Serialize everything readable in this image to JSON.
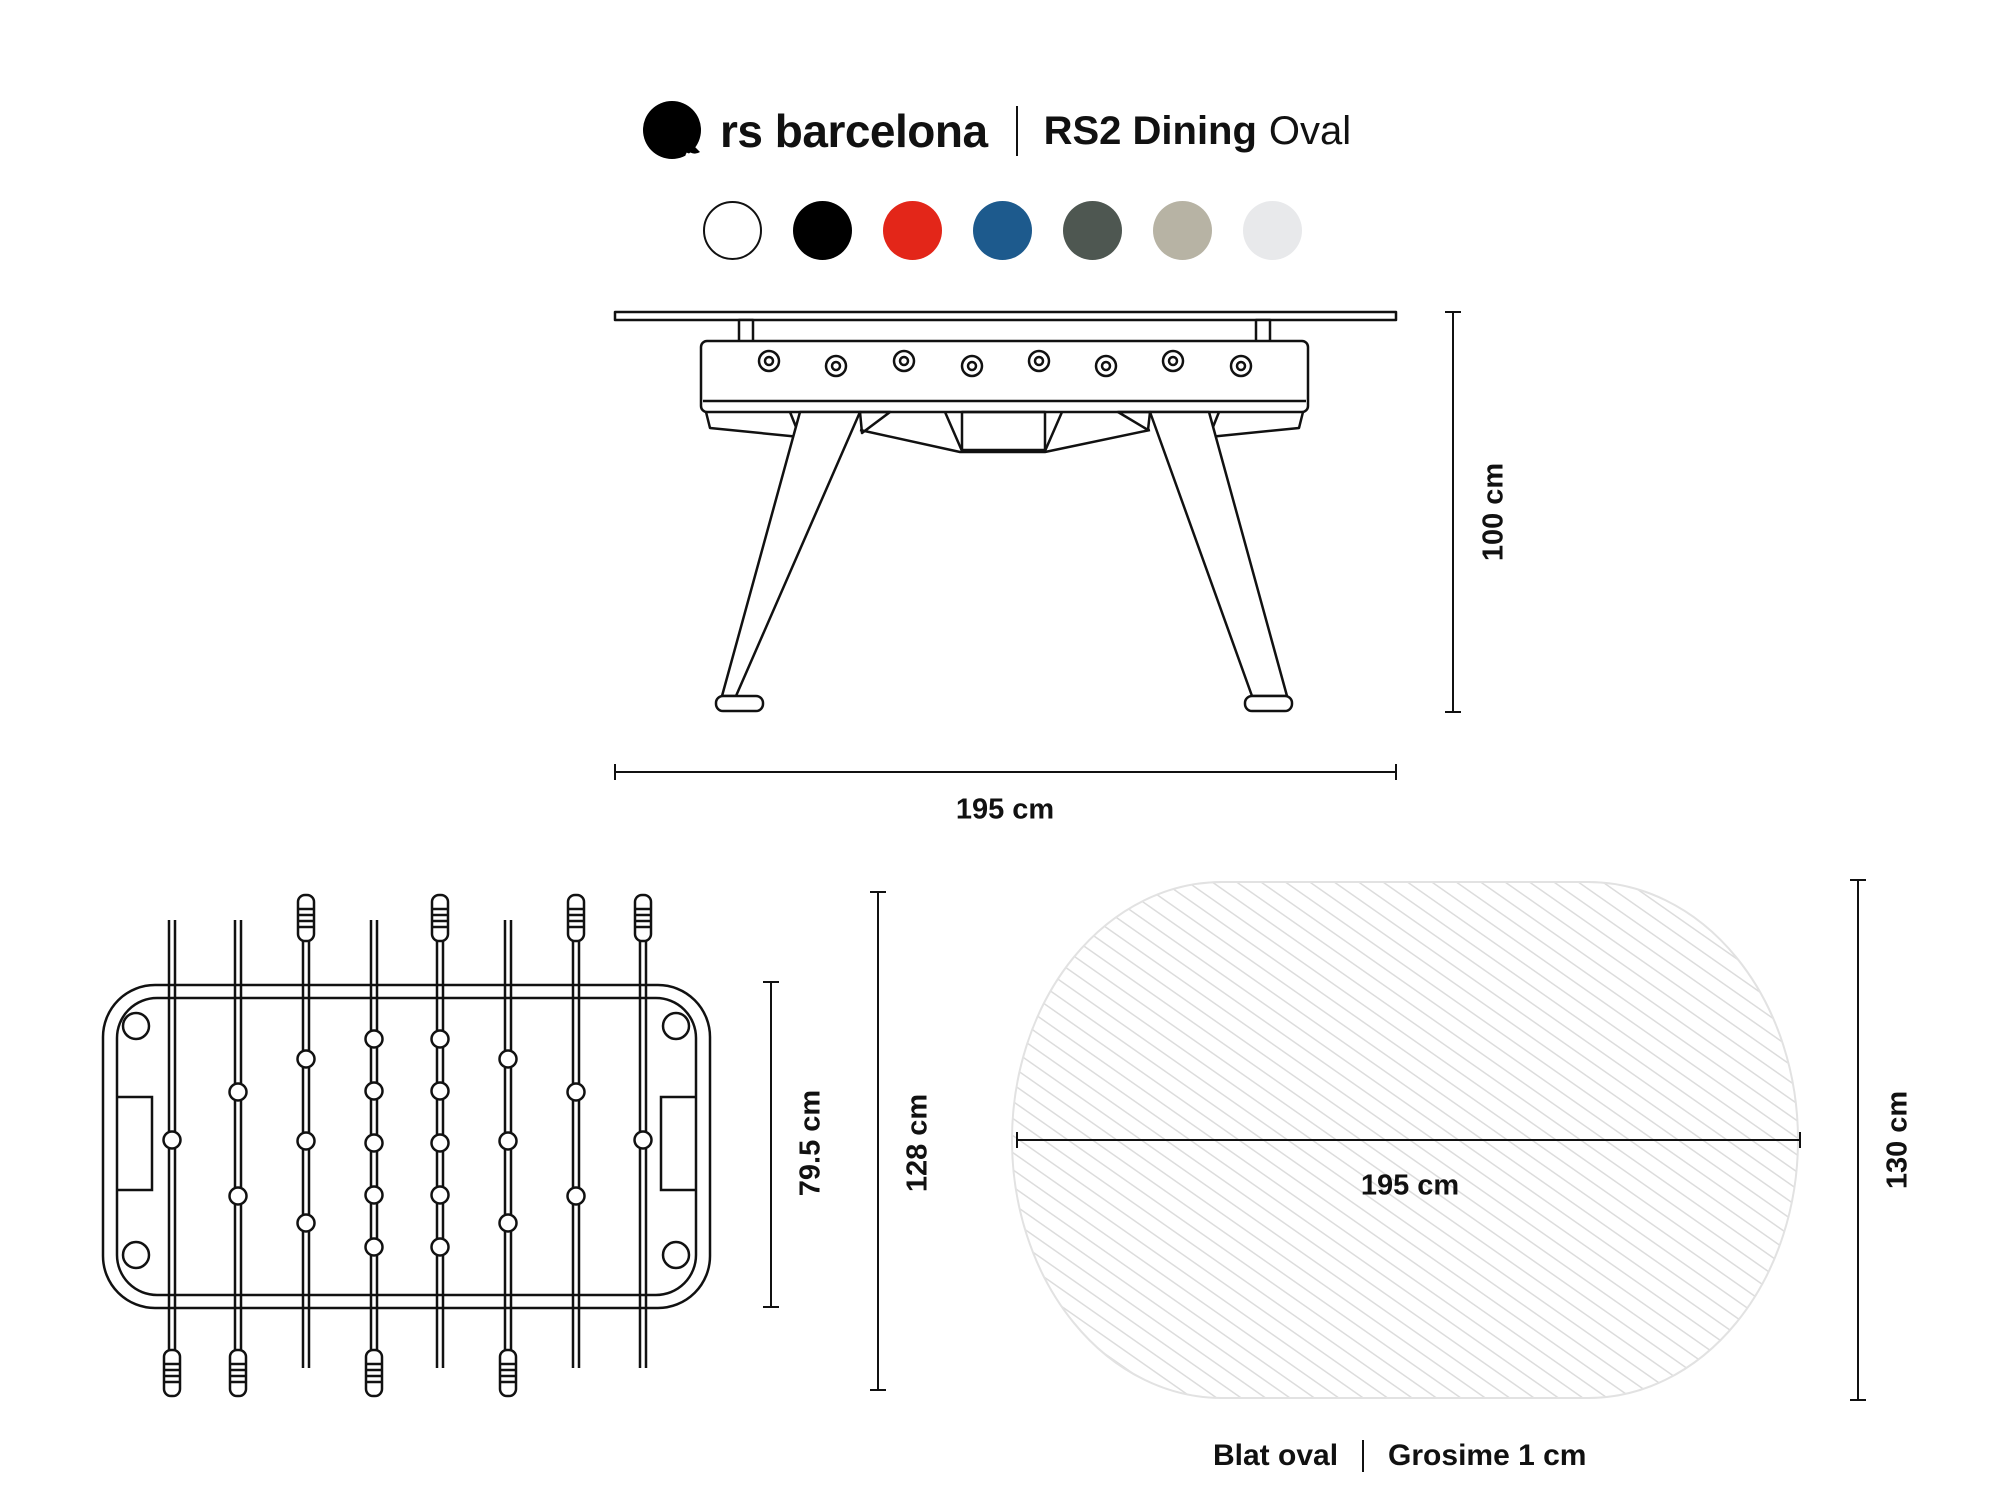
{
  "brand": {
    "name": "rs barcelona",
    "product_bold": "RS2 Dining",
    "product_light": "Oval"
  },
  "swatches": [
    {
      "name": "white",
      "color": "#ffffff"
    },
    {
      "name": "black",
      "color": "#000000"
    },
    {
      "name": "red",
      "color": "#e32619"
    },
    {
      "name": "blue",
      "color": "#1d5a8d"
    },
    {
      "name": "dark-grey",
      "color": "#4e5751"
    },
    {
      "name": "beige",
      "color": "#b7b3a4"
    },
    {
      "name": "light-grey",
      "color": "#e8e9eb"
    }
  ],
  "dimensions": {
    "side_height": "100 cm",
    "side_width": "195 cm",
    "top_width": "79.5 cm",
    "top_rods": "128 cm",
    "oval_width": "195 cm",
    "oval_depth": "130 cm"
  },
  "caption": {
    "left": "Blat oval",
    "right": "Grosime 1 cm"
  }
}
